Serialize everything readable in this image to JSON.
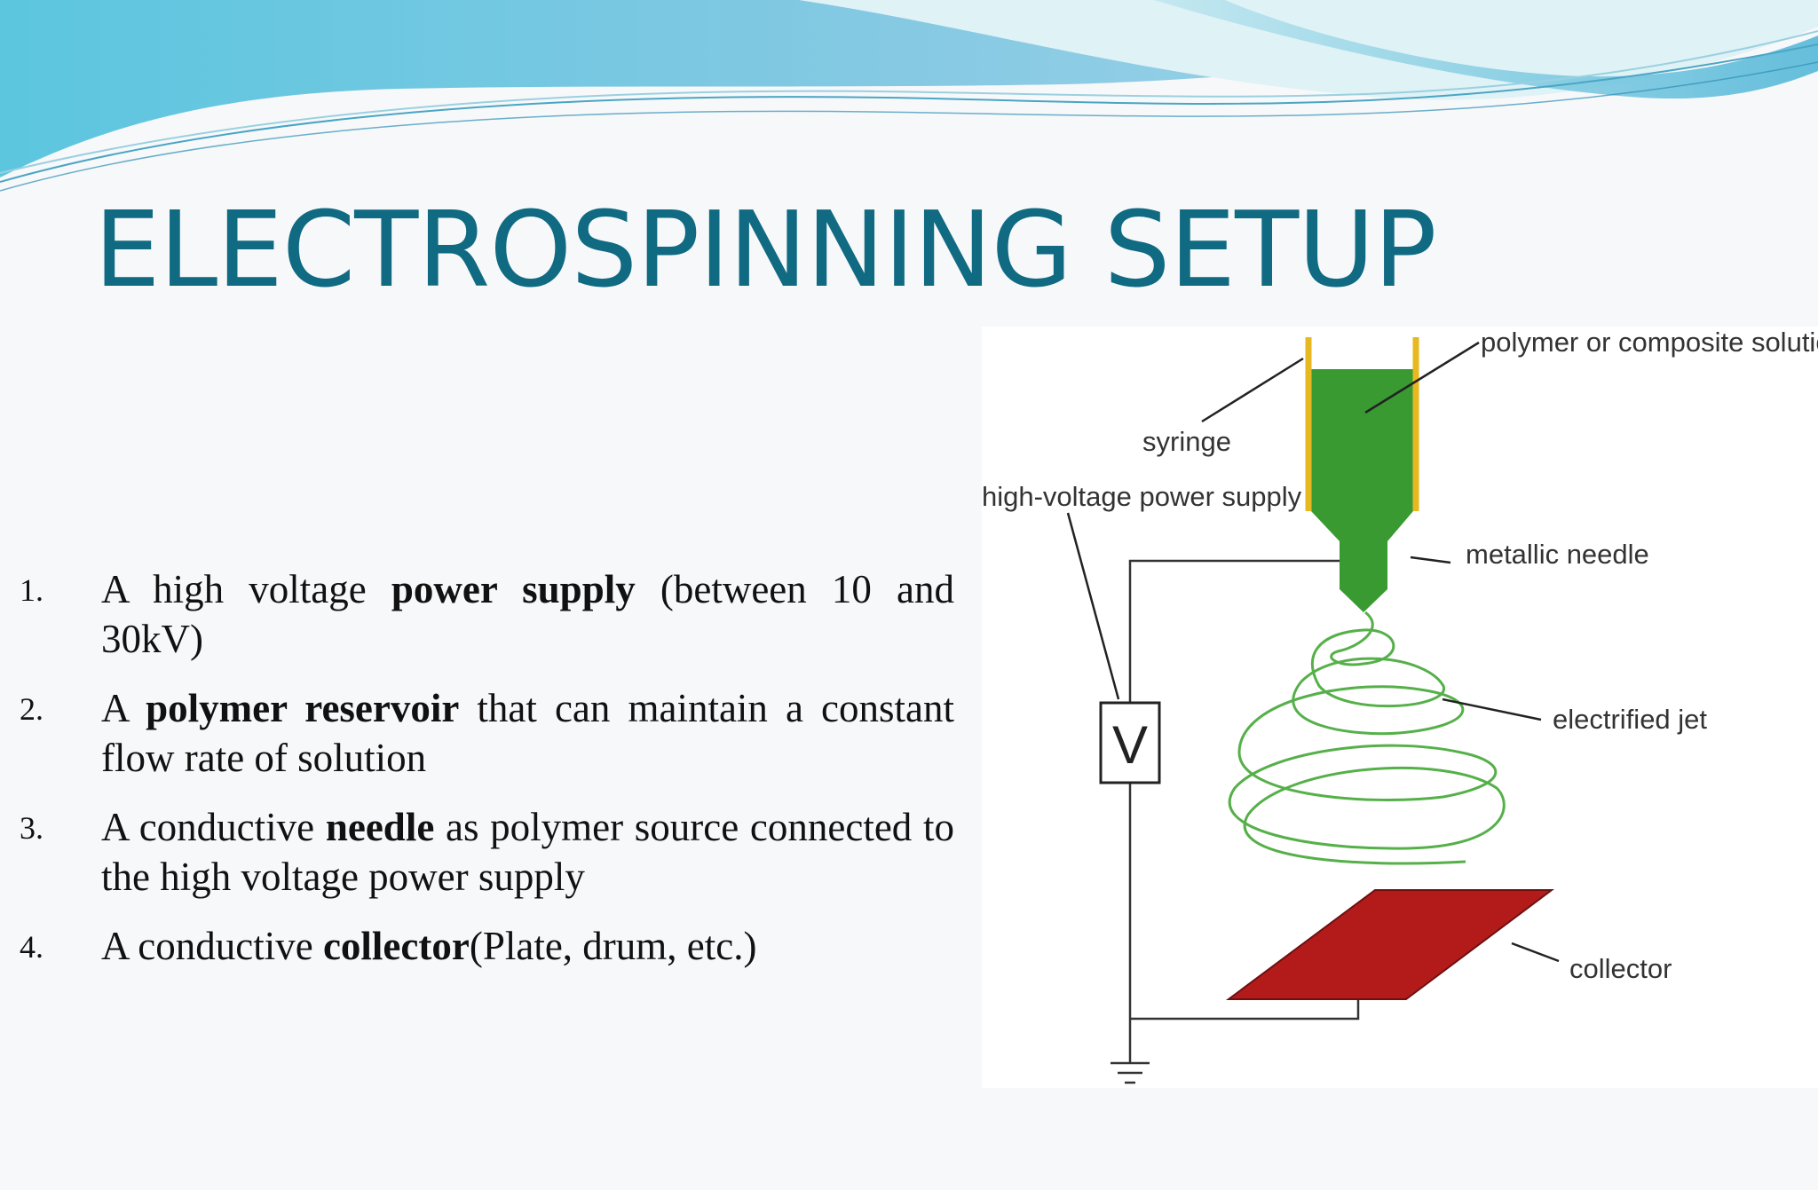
{
  "title": "ELECTROSPINNING SETUP",
  "components": [
    {
      "number": "1.",
      "segments": [
        {
          "text": "A high voltage ",
          "bold": false
        },
        {
          "text": "power supply",
          "bold": true
        },
        {
          "text": " (between 10 and 30kV)",
          "bold": false
        }
      ]
    },
    {
      "number": "2.",
      "segments": [
        {
          "text": "A ",
          "bold": false
        },
        {
          "text": "polymer reservoir",
          "bold": true
        },
        {
          "text": " that can maintain a constant flow rate of solution",
          "bold": false
        }
      ]
    },
    {
      "number": "3.",
      "segments": [
        {
          "text": "A conductive ",
          "bold": false
        },
        {
          "text": "needle",
          "bold": true
        },
        {
          "text": " as polymer source connected to the high voltage power supply",
          "bold": false
        }
      ]
    },
    {
      "number": "4.",
      "segments": [
        {
          "text": "A conductive ",
          "bold": false
        },
        {
          "text": "collector",
          "bold": true
        },
        {
          "text": "(Plate, drum, etc.)",
          "bold": false
        }
      ]
    }
  ],
  "diagram": {
    "labels": {
      "polymer_solution": "polymer or composite solution",
      "syringe": "syringe",
      "power_supply": "high-voltage power supply",
      "needle": "metallic needle",
      "jet": "electrified jet",
      "collector": "collector",
      "voltmeter": "V"
    },
    "colors": {
      "solution": "#3a9a32",
      "syringe_wall": "#e8b820",
      "jet": "#56b04a",
      "collector": "#b31b1b",
      "wire": "#333333"
    }
  },
  "theme": {
    "title_color": "#0f6a82",
    "wave_colors": [
      "#7ec8e3",
      "#4fb6d8",
      "#a9dbe8",
      "#2c8fb5"
    ]
  }
}
